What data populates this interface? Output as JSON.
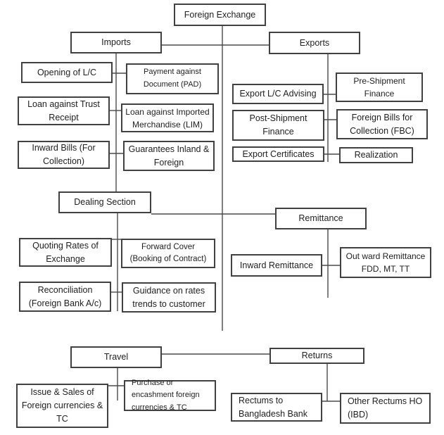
{
  "sections": {
    "root": {
      "label": "Foreign Exchange"
    },
    "imports": {
      "label": "Imports",
      "opening_lc": "Opening of L/C",
      "pad": "Payment against Document (PAD)",
      "loan_trust": "Loan against Trust Receipt",
      "lim": "Loan against Imported Merchandise (LIM)",
      "inward_bills": "Inward Bills (For Collection)",
      "guarantees": "Guarantees Inland & Foreign"
    },
    "exports": {
      "label": "Exports",
      "export_lc_advising": "Export L/C Advising",
      "pre_shipment": "Pre-Shipment Finance",
      "post_shipment": "Post-Shipment Finance",
      "fbc": "Foreign Bills for Collection (FBC)",
      "export_certificates": "Export Certificates",
      "realization": "Realization"
    },
    "dealing": {
      "label": "Dealing Section",
      "quoting_rates": "Quoting Rates of Exchange",
      "forward_cover": "Forward Cover (Booking of Contract)",
      "reconciliation": "Reconciliation (Foreign Bank A/c)",
      "guidance": "Guidance on rates trends to customer"
    },
    "remittance": {
      "label": "Remittance",
      "inward": "Inward Remittance",
      "outward": "Out ward Remittance FDD, MT, TT"
    },
    "travel": {
      "label": "Travel",
      "issue_sales": "Issue & Sales of Foreign currencies & TC",
      "purchase": "Purchase or encashment foreign currencies & TC"
    },
    "returns": {
      "label": "Returns",
      "rectums_bb": "Rectums to Bangladesh Bank",
      "other_rectums": "Other Rectums HO (IBD)"
    }
  },
  "colors": {
    "box_border": "#414141",
    "connector": "#4a4a4a",
    "text": "#1f1f1f",
    "background": "#ffffff"
  }
}
